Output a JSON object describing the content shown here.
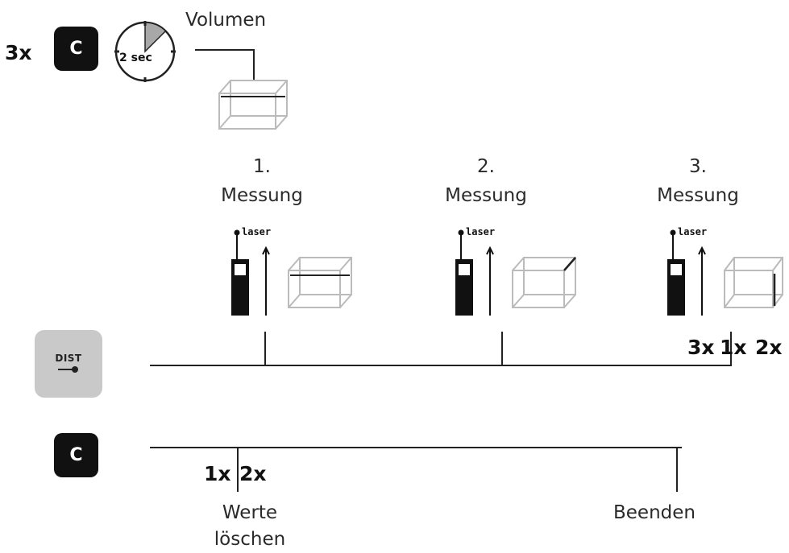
{
  "volume": {
    "press_count": "3x",
    "key_label": "C",
    "timer_label": "2 sec",
    "mode_label": "Volumen"
  },
  "measurements": [
    {
      "number": "1.",
      "label": "Messung",
      "laser_label": "laser"
    },
    {
      "number": "2.",
      "label": "Messung",
      "laser_label": "laser"
    },
    {
      "number": "3.",
      "label": "Messung",
      "laser_label": "laser"
    }
  ],
  "dist_row": {
    "key_label": "DIST",
    "counts": [
      "3x",
      "1x",
      "2x"
    ]
  },
  "clear_row": {
    "key_label": "C",
    "counts": [
      "1x",
      "2x"
    ],
    "clear_label_line1": "Werte",
    "clear_label_line2": "löschen",
    "end_label": "Beenden"
  },
  "colors": {
    "key_dark": "#111111",
    "key_dist": "#c9c9c9",
    "timer_fill": "#a8a8a8",
    "box_outline": "#bbbbbb",
    "highlight_edge": "#222222"
  },
  "icons": [
    "timer-icon",
    "volume-box-icon",
    "laser-device-icon",
    "laser-beam-icon"
  ]
}
